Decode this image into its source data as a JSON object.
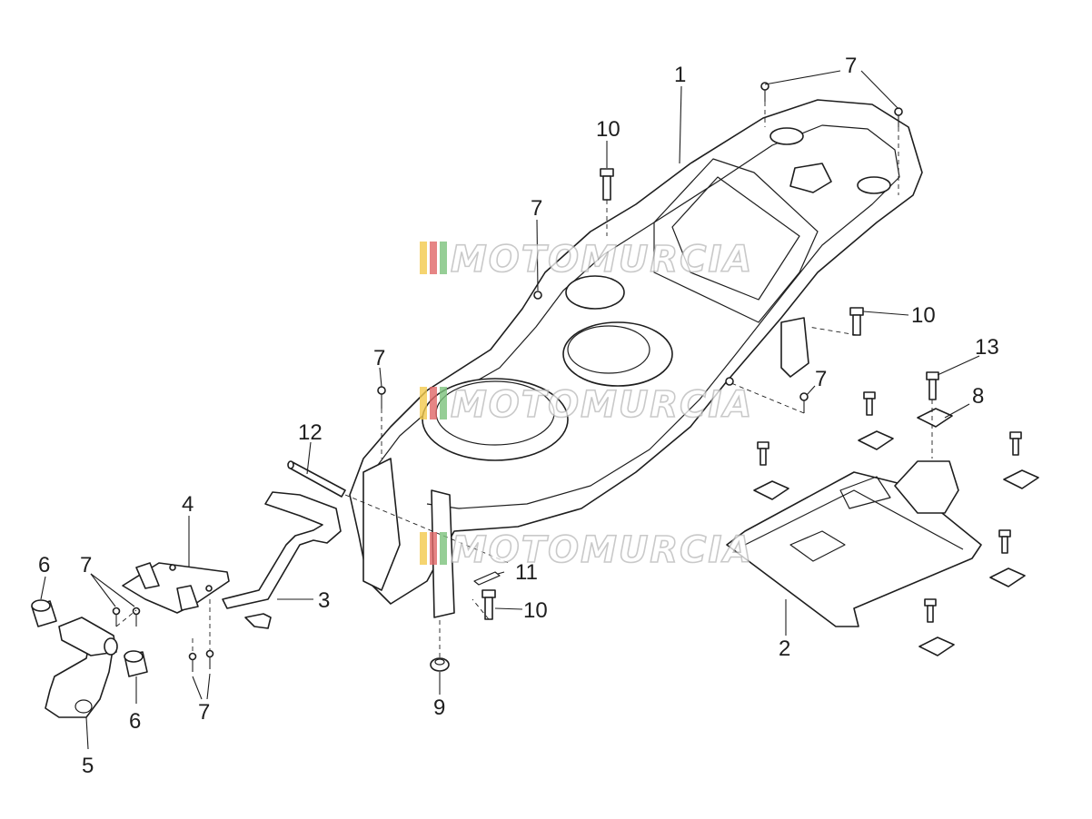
{
  "callouts": {
    "c1": "1",
    "c2": "2",
    "c3": "3",
    "c4": "4",
    "c5": "5",
    "c6_left": "6",
    "c6_right": "6",
    "c7_top": "7",
    "c7_mid": "7",
    "c7_left": "7",
    "c7_right": "7",
    "c7_small_a": "7",
    "c7_small_b": "7",
    "c8": "8",
    "c9": "9",
    "c10_top": "10",
    "c10_right": "10",
    "c10_bottom": "10",
    "c11": "11",
    "c12": "12",
    "c13": "13"
  },
  "watermark": {
    "text": "MOTOMURCIA",
    "stripe_colors": [
      "#f2c94c",
      "#e06666",
      "#7cc27c"
    ]
  }
}
